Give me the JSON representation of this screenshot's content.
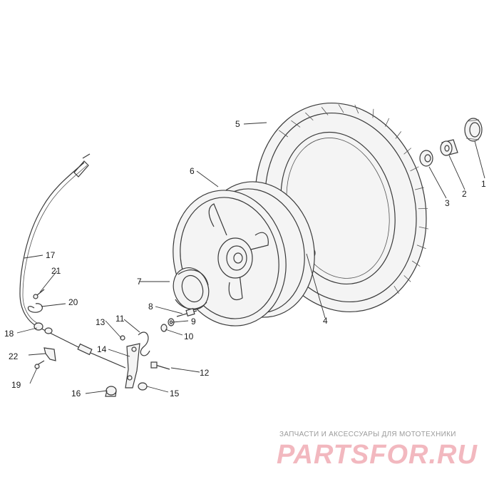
{
  "watermark": {
    "caption": "ЗАПЧАСТИ И АКСЕССУАРЫ ДЛЯ МОТОТЕХНИКИ",
    "logo_text": "PARTSFOR.RU",
    "logo_color": "#f2b8bf"
  },
  "callouts": [
    {
      "id": "1",
      "label": "1"
    },
    {
      "id": "2",
      "label": "2"
    },
    {
      "id": "3",
      "label": "3"
    },
    {
      "id": "4",
      "label": "4"
    },
    {
      "id": "5",
      "label": "5"
    },
    {
      "id": "6",
      "label": "6"
    },
    {
      "id": "7",
      "label": "7"
    },
    {
      "id": "8",
      "label": "8"
    },
    {
      "id": "9",
      "label": "9"
    },
    {
      "id": "10",
      "label": "10"
    },
    {
      "id": "11",
      "label": "11"
    },
    {
      "id": "12",
      "label": "12"
    },
    {
      "id": "13",
      "label": "13"
    },
    {
      "id": "14",
      "label": "14"
    },
    {
      "id": "15",
      "label": "15"
    },
    {
      "id": "16",
      "label": "16"
    },
    {
      "id": "17",
      "label": "17"
    },
    {
      "id": "18",
      "label": "18"
    },
    {
      "id": "19",
      "label": "19"
    },
    {
      "id": "20",
      "label": "20"
    },
    {
      "id": "21",
      "label": "21"
    },
    {
      "id": "22",
      "label": "22"
    }
  ]
}
